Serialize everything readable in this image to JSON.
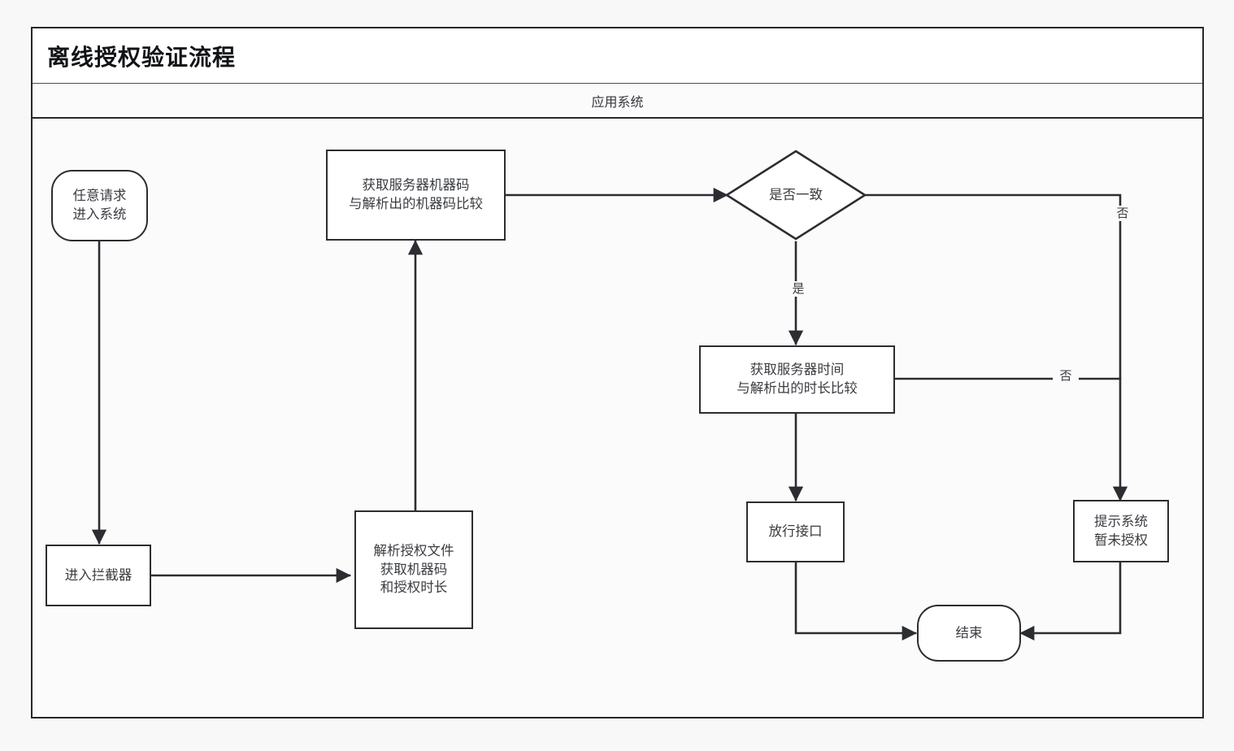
{
  "diagram": {
    "title": "离线授权验证流程",
    "lane": "应用系统",
    "nodes": {
      "start": "任意请求\n进入系统",
      "interceptor": "进入拦截器",
      "parse_license": "解析授权文件\n获取机器码\n和授权时长",
      "compare_machine_code": "获取服务器机器码\n与解析出的机器码比较",
      "decision_match": "是否一致",
      "compare_time": "获取服务器时间\n与解析出的时长比较",
      "pass_interface": "放行接口",
      "not_authorized": "提示系统\n暂未授权",
      "end": "结束"
    },
    "edge_labels": {
      "match_yes": "是",
      "match_no": "否",
      "time_no": "否"
    },
    "colors": {
      "stroke": "#2b2d31",
      "node_fill": "#ffffff",
      "canvas": "#fbfbfb",
      "page": "#f8f8f8",
      "text": "#3a3c40"
    }
  }
}
